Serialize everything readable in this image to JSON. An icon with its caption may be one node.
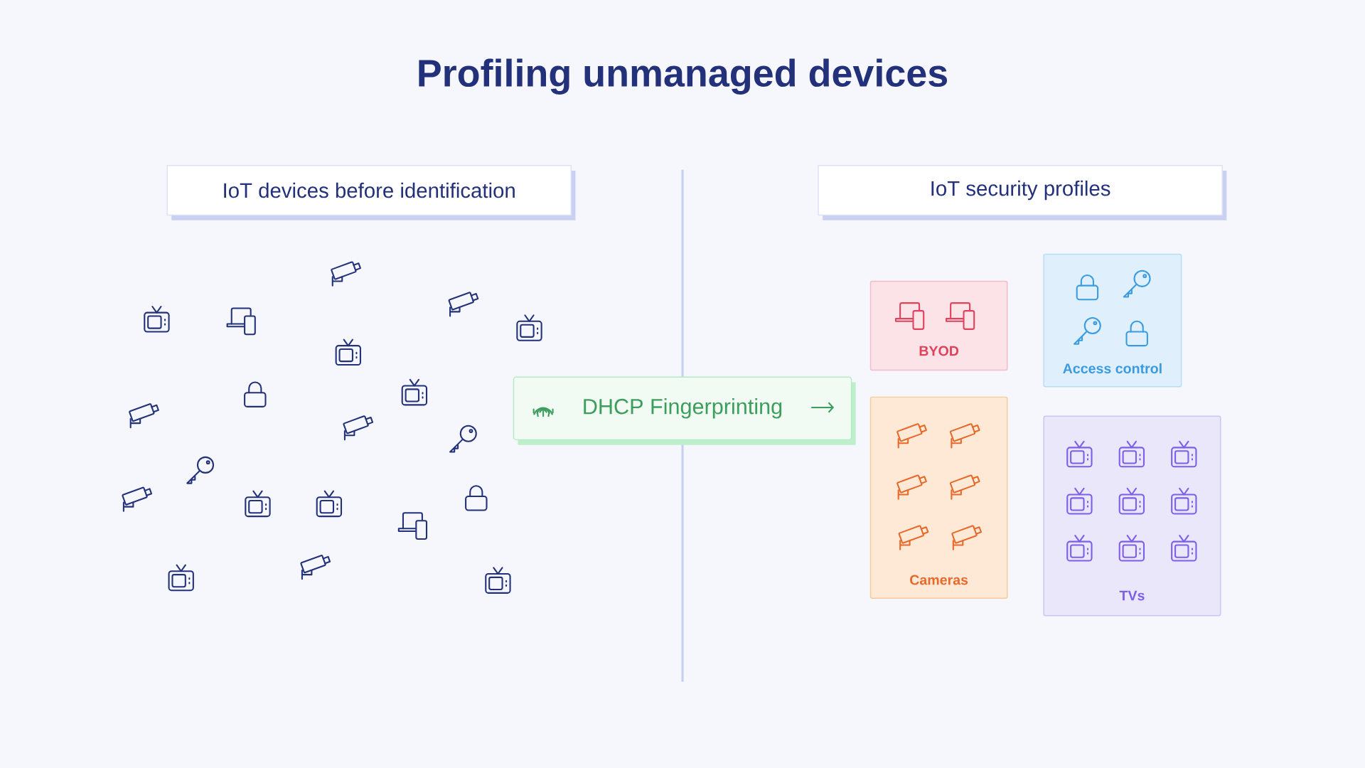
{
  "diagram": {
    "title": "Profiling unmanaged devices",
    "nodes": [
      {
        "text": [
          "IoT devices before identification"
        ]
      },
      {
        "text": [
          "IoT security profiles"
        ]
      },
      {
        "text": [
          "DHCP Fingerprinting"
        ]
      },
      {
        "text": [
          "BYOD"
        ]
      },
      {
        "text": [
          "Access control"
        ]
      },
      {
        "text": [
          "Cameras"
        ]
      },
      {
        "text": [
          "TVs"
        ]
      }
    ],
    "edges": []
  }
}
